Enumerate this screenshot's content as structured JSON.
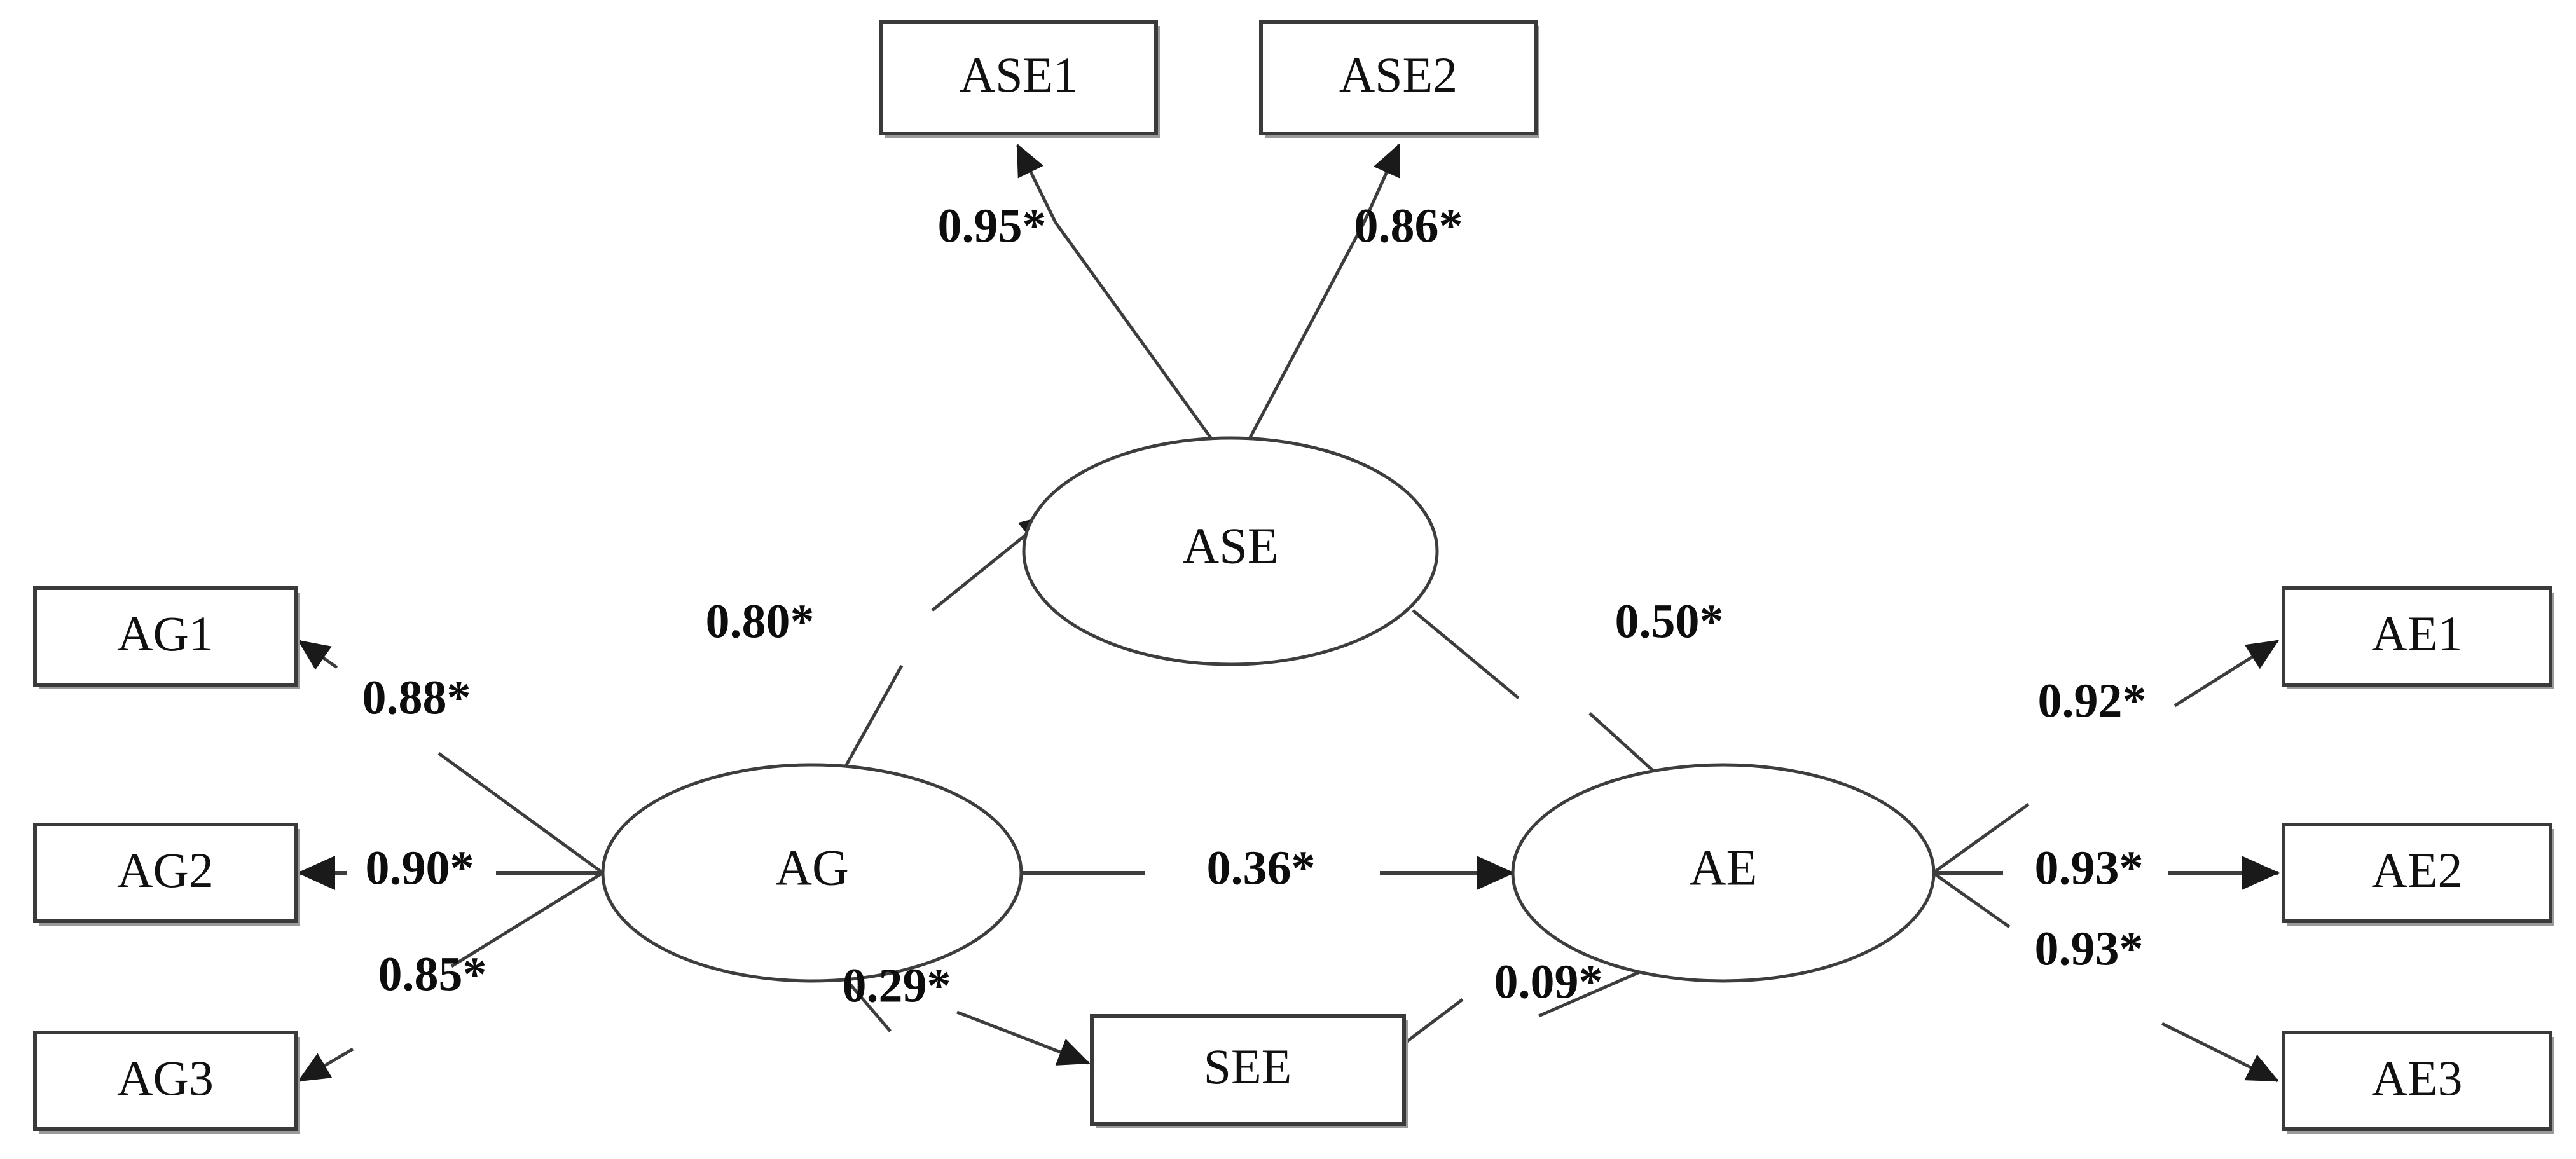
{
  "diagram": {
    "type": "structural-equation-model-path-diagram",
    "title": "",
    "observed_variables": [
      {
        "id": "ASE1",
        "label": "ASE1",
        "shape": "rectangle"
      },
      {
        "id": "ASE2",
        "label": "ASE2",
        "shape": "rectangle"
      },
      {
        "id": "AG1",
        "label": "AG1",
        "shape": "rectangle"
      },
      {
        "id": "AG2",
        "label": "AG2",
        "shape": "rectangle"
      },
      {
        "id": "AG3",
        "label": "AG3",
        "shape": "rectangle"
      },
      {
        "id": "AE1",
        "label": "AE1",
        "shape": "rectangle"
      },
      {
        "id": "AE2",
        "label": "AE2",
        "shape": "rectangle"
      },
      {
        "id": "AE3",
        "label": "AE3",
        "shape": "rectangle"
      },
      {
        "id": "SEE",
        "label": "SEE",
        "shape": "rectangle"
      }
    ],
    "latent_variables": [
      {
        "id": "ASE",
        "label": "ASE",
        "shape": "ellipse"
      },
      {
        "id": "AG",
        "label": "AG",
        "shape": "ellipse"
      },
      {
        "id": "AE",
        "label": "AE",
        "shape": "ellipse"
      }
    ],
    "paths": [
      {
        "from": "ASE",
        "to": "ASE1",
        "coefficient": "0.95*",
        "kind": "measurement"
      },
      {
        "from": "ASE",
        "to": "ASE2",
        "coefficient": "0.86*",
        "kind": "measurement"
      },
      {
        "from": "AG",
        "to": "AG1",
        "coefficient": "0.88*",
        "kind": "measurement"
      },
      {
        "from": "AG",
        "to": "AG2",
        "coefficient": "0.90*",
        "kind": "measurement"
      },
      {
        "from": "AG",
        "to": "AG3",
        "coefficient": "0.85*",
        "kind": "measurement"
      },
      {
        "from": "AE",
        "to": "AE1",
        "coefficient": "0.92*",
        "kind": "measurement"
      },
      {
        "from": "AE",
        "to": "AE2",
        "coefficient": "0.93*",
        "kind": "measurement"
      },
      {
        "from": "AE",
        "to": "AE3",
        "coefficient": "0.93*",
        "kind": "measurement"
      },
      {
        "from": "AG",
        "to": "ASE",
        "coefficient": "0.80*",
        "kind": "structural"
      },
      {
        "from": "ASE",
        "to": "AE",
        "coefficient": "0.50*",
        "kind": "structural"
      },
      {
        "from": "AG",
        "to": "AE",
        "coefficient": "0.36*",
        "kind": "structural"
      },
      {
        "from": "AG",
        "to": "SEE",
        "coefficient": "0.29*",
        "kind": "structural"
      },
      {
        "from": "SEE",
        "to": "AE",
        "coefficient": "0.09*",
        "kind": "structural"
      }
    ],
    "coefficients": {
      "ase_ase1": "0.95*",
      "ase_ase2": "0.86*",
      "ag_ag1": "0.88*",
      "ag_ag2": "0.90*",
      "ag_ag3": "0.85*",
      "ae_ae1": "0.92*",
      "ae_ae2": "0.93*",
      "ae_ae3": "0.93*",
      "ag_ase": "0.80*",
      "ase_ae": "0.50*",
      "ag_ae": "0.36*",
      "ag_see": "0.29*",
      "see_ae": "0.09*"
    },
    "labels": {
      "ASE1": "ASE1",
      "ASE2": "ASE2",
      "AG1": "AG1",
      "AG2": "AG2",
      "AG3": "AG3",
      "AE1": "AE1",
      "AE2": "AE2",
      "AE3": "AE3",
      "SEE": "SEE",
      "ASE": "ASE",
      "AG": "AG",
      "AE": "AE"
    },
    "colors": {
      "background": "#ffffff",
      "stroke": "#3d3d3d",
      "text": "#111111",
      "shadow": "#9a9a9a"
    }
  }
}
